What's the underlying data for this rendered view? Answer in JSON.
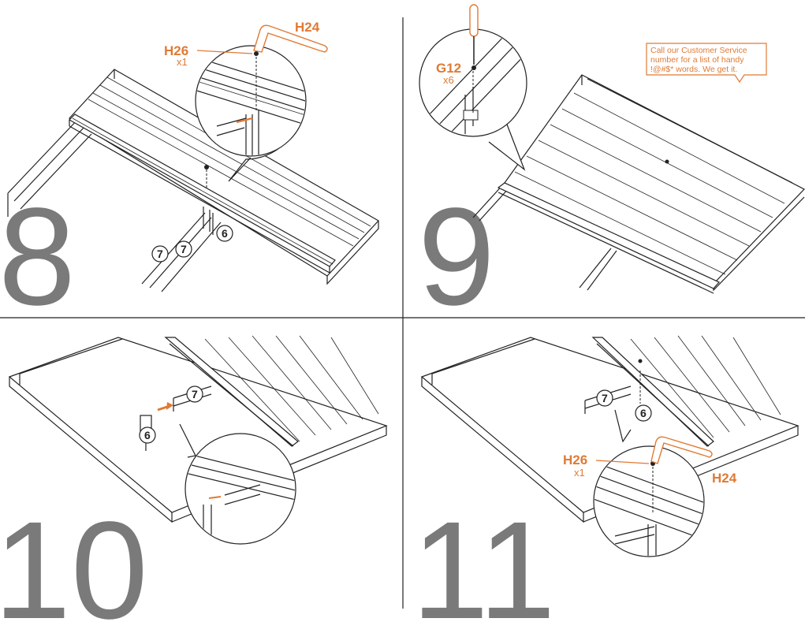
{
  "steps": [
    {
      "number": "8",
      "hardware": [
        {
          "code": "H26",
          "qty": "x1"
        },
        {
          "code": "H24",
          "qty": ""
        }
      ],
      "parts": [
        "7",
        "7",
        "6"
      ]
    },
    {
      "number": "9",
      "hardware": [
        {
          "code": "G12",
          "qty": "x6"
        }
      ],
      "parts": []
    },
    {
      "number": "10",
      "hardware": [],
      "parts": [
        "7",
        "6"
      ]
    },
    {
      "number": "11",
      "hardware": [
        {
          "code": "H26",
          "qty": "x1"
        },
        {
          "code": "H24",
          "qty": ""
        }
      ],
      "parts": [
        "7",
        "6"
      ]
    }
  ],
  "callout": {
    "line1": "Call our Customer Service",
    "line2": "number for a list of handy",
    "line3": "!@#$* words. We get it."
  },
  "colors": {
    "accent": "#e07a35",
    "line": "#222222",
    "step_number": "#7a7a7a"
  },
  "icons": [
    "allen-key-icon",
    "screwdriver-icon",
    "bolt-icon",
    "magnifier-callout-icon"
  ]
}
